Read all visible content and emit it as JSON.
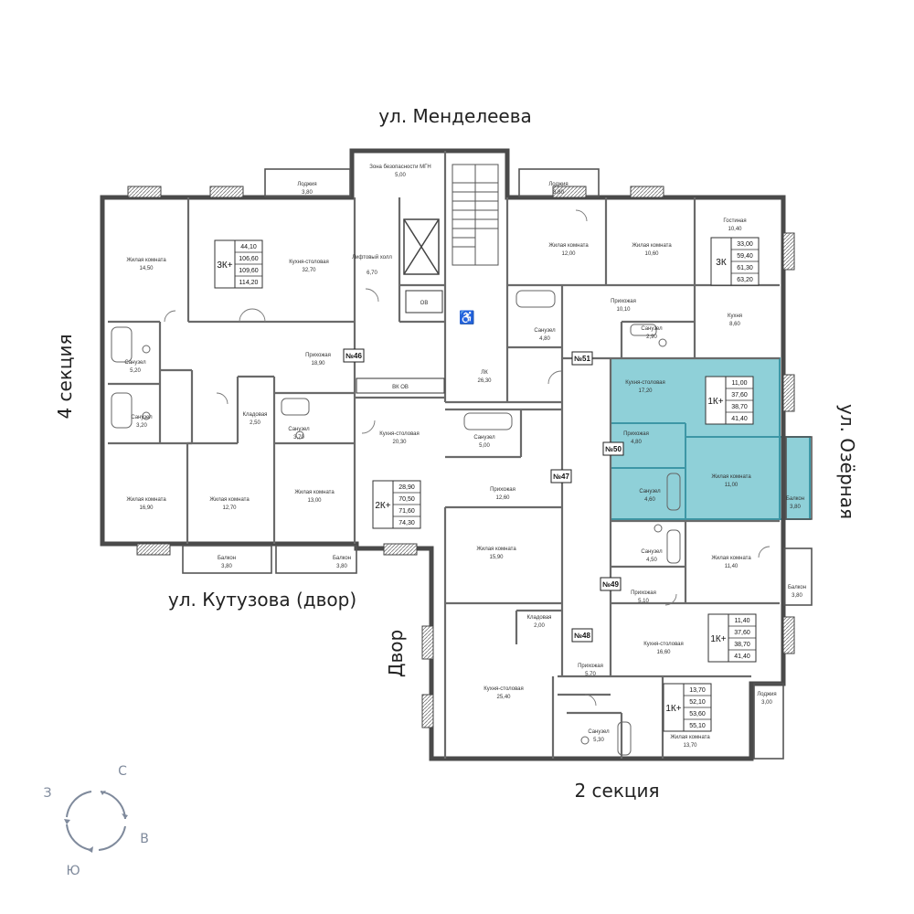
{
  "streets": {
    "north": "ул. Менделеева",
    "south_left": "ул. Кутузова (двор)",
    "east": "ул. Озёрная",
    "yard": "Двор",
    "section_left": "4 секция",
    "section_bottom": "2 секция"
  },
  "compass": {
    "n": "С",
    "e": "В",
    "s": "Ю",
    "w": "З"
  },
  "rooms": [
    {
      "name": "Лоджия",
      "area": "3,80"
    },
    {
      "name": "Зона безопасности МГН",
      "area": "5,00"
    },
    {
      "name": "Лоджия",
      "area": "3,80"
    },
    {
      "name": "Жилая комната",
      "area": "14,50"
    },
    {
      "name": "Кухня-столовая",
      "area": "32,70"
    },
    {
      "name": "Лифтовый холл",
      "area": "6,70"
    },
    {
      "name": "Жилая комната",
      "area": "12,00"
    },
    {
      "name": "Жилая комната",
      "area": "10,60"
    },
    {
      "name": "Гостиная",
      "area": "10,40"
    },
    {
      "name": "Санузел",
      "area": "5,20"
    },
    {
      "name": "Прихожая",
      "area": "18,90"
    },
    {
      "name": "Санузел",
      "area": "4,80"
    },
    {
      "name": "Прихожая",
      "area": "10,10"
    },
    {
      "name": "Санузел",
      "area": "2,90"
    },
    {
      "name": "Кухня",
      "area": "8,60"
    },
    {
      "name": "Санузел",
      "area": "3,20"
    },
    {
      "name": "Кладовая",
      "area": "2,50"
    },
    {
      "name": "Санузел",
      "area": "3,70"
    },
    {
      "name": "Кухня-столовая",
      "area": "20,30"
    },
    {
      "name": "ЛК",
      "area": "26,30"
    },
    {
      "name": "Кухня-столовая",
      "area": "17,20"
    },
    {
      "name": "Прихожая",
      "area": "4,80"
    },
    {
      "name": "Санузел",
      "area": "5,00"
    },
    {
      "name": "Жилая комната",
      "area": "16,90"
    },
    {
      "name": "Жилая комната",
      "area": "12,70"
    },
    {
      "name": "Жилая комната",
      "area": "13,00"
    },
    {
      "name": "Прихожая",
      "area": "12,60"
    },
    {
      "name": "Санузел",
      "area": "4,60"
    },
    {
      "name": "Жилая комната",
      "area": "11,00"
    },
    {
      "name": "Балкон",
      "area": "3,80"
    },
    {
      "name": "Балкон",
      "area": "3,80"
    },
    {
      "name": "Балкон",
      "area": "3,80"
    },
    {
      "name": "Жилая комната",
      "area": "15,90"
    },
    {
      "name": "Санузел",
      "area": "4,50"
    },
    {
      "name": "Жилая комната",
      "area": "11,40"
    },
    {
      "name": "Прихожая",
      "area": "5,10"
    },
    {
      "name": "Балкон",
      "area": "3,80"
    },
    {
      "name": "Кладовая",
      "area": "2,00"
    },
    {
      "name": "Кухня-столовая",
      "area": "16,60"
    },
    {
      "name": "Прихожая",
      "area": "5,70"
    },
    {
      "name": "Кухня-столовая",
      "area": "25,40"
    },
    {
      "name": "Лоджия",
      "area": "3,00"
    },
    {
      "name": "Санузел",
      "area": "5,30"
    },
    {
      "name": "Жилая комната",
      "area": "13,70"
    }
  ],
  "apartments": [
    {
      "type": "3К+",
      "values": [
        "44,10",
        "106,60",
        "109,60",
        "114,20"
      ]
    },
    {
      "type": "3К",
      "values": [
        "33,00",
        "59,40",
        "61,30",
        "63,20"
      ]
    },
    {
      "type": "1К+",
      "values": [
        "11,00",
        "37,60",
        "38,70",
        "41,40"
      ]
    },
    {
      "type": "2К+",
      "values": [
        "28,90",
        "70,50",
        "71,60",
        "74,30"
      ]
    },
    {
      "type": "1К+",
      "values": [
        "11,40",
        "37,60",
        "38,70",
        "41,40"
      ]
    },
    {
      "type": "1К+",
      "values": [
        "13,70",
        "52,10",
        "53,60",
        "55,10"
      ]
    }
  ],
  "labels": {
    "ov1": "ОВ",
    "vk_ov": "ВК ОВ",
    "n46": "№46",
    "n51": "№51",
    "n50": "№50",
    "n47": "№47",
    "n49": "№49",
    "n48": "№48"
  },
  "colors": {
    "highlight": "#8fd0d8",
    "highlight_stroke": "#3d97a6",
    "wall": "#555555"
  }
}
